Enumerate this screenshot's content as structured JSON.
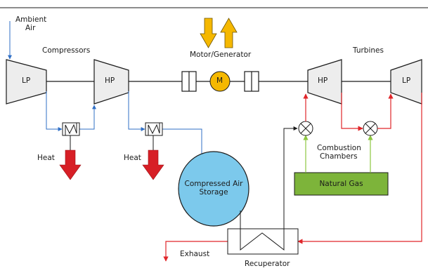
{
  "labels": {
    "ambient_air_line1": "Ambient",
    "ambient_air_line2": "Air",
    "compressors": "Compressors",
    "motor_generator": "Motor/Generator",
    "turbines": "Turbines",
    "compressor_lp": "LP",
    "compressor_hp": "HP",
    "motor": "M",
    "turbine_hp": "HP",
    "turbine_lp": "LP",
    "heat_1": "Heat",
    "heat_2": "Heat",
    "storage_line1": "Compressed Air",
    "storage_line2": "Storage",
    "combustion_line1": "Combustion",
    "combustion_line2": "Chambers",
    "natural_gas": "Natural Gas",
    "exhaust": "Exhaust",
    "recuperator": "Recuperator"
  },
  "colors": {
    "air_flow": "#2f6fc6",
    "hot_flow": "#e0262a",
    "gas_flow": "#8cc63f",
    "heat_arrow": "#d71f26",
    "motor_arrow": "#f5b800",
    "motor_fill": "#f5b800",
    "storage_fill": "#7cc9ec",
    "natural_gas_fill": "#7db43a",
    "machine_fill": "#ededed",
    "outline": "#1a1a1a"
  },
  "icons": {
    "heat_exchanger": "heat-exchanger-icon",
    "combustion": "combustion-chamber-icon",
    "clutch": "clutch-icon",
    "heat_out": "down-arrow-icon",
    "power_flow": "up-down-arrows-icon"
  }
}
